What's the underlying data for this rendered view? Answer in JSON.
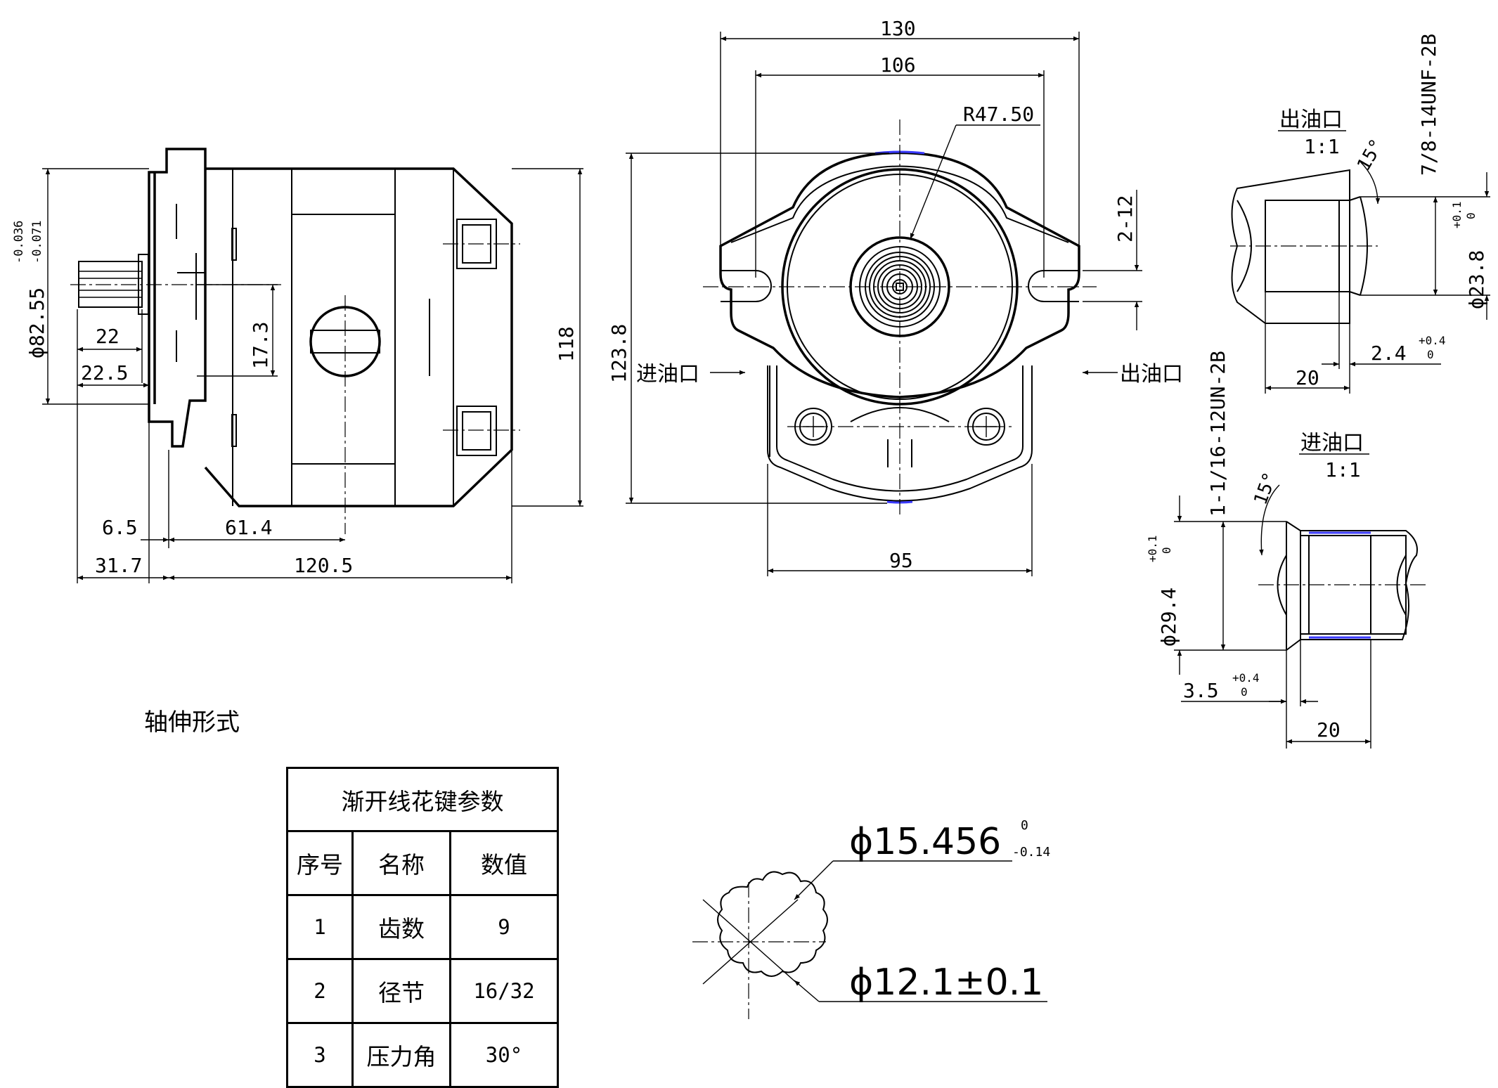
{
  "front_view": {
    "dims": {
      "d_flange_dia": "ϕ82.55",
      "d_flange_tol_upper": "-0.036",
      "d_flange_tol_lower": "-0.071",
      "d_22": "22",
      "d_22_5": "22.5",
      "d_17_3": "17.3",
      "d_118": "118",
      "d_6_5": "6.5",
      "d_61_4": "61.4",
      "d_31_7": "31.7",
      "d_120_5": "120.5"
    }
  },
  "side_view": {
    "dims": {
      "d_130": "130",
      "d_106": "106",
      "d_radius": "R47.50",
      "d_2_12": "2-12",
      "d_123_8": "123.8",
      "d_95": "95"
    },
    "inlet_label": "进油口",
    "outlet_label": "出油口"
  },
  "outlet_detail": {
    "title": "出油口",
    "scale": "1:1",
    "thread": "7/8-14UNF-2B",
    "angle": "15°",
    "dia": "ϕ23.8",
    "dia_tol_upper": "+0.1",
    "dia_tol_lower": "0",
    "depth": "2.4",
    "depth_tol_upper": "+0.4",
    "depth_tol_lower": "0",
    "length": "20"
  },
  "inlet_detail": {
    "title": "进油口",
    "scale": "1:1",
    "thread": "1-1/16-12UN-2B",
    "angle": "15°",
    "dia": "ϕ29.4",
    "dia_tol_upper": "+0.1",
    "dia_tol_lower": "0",
    "depth": "3.5",
    "depth_tol_upper": "+0.4",
    "depth_tol_lower": "0",
    "length": "20"
  },
  "shaft_label": "轴伸形式",
  "spline_table": {
    "title": "渐开线花键参数",
    "headers": [
      "序号",
      "名称",
      "数值"
    ],
    "rows": [
      {
        "no": "1",
        "name": "齿数",
        "value": "9"
      },
      {
        "no": "2",
        "name": "径节",
        "value": "16/32"
      },
      {
        "no": "3",
        "name": "压力角",
        "value": "30°"
      }
    ]
  },
  "spline_section": {
    "outer_dia": "ϕ15.456",
    "outer_tol_upper": "0",
    "outer_tol_lower": "-0.14",
    "inner_dia": "ϕ12.1±0.1"
  }
}
